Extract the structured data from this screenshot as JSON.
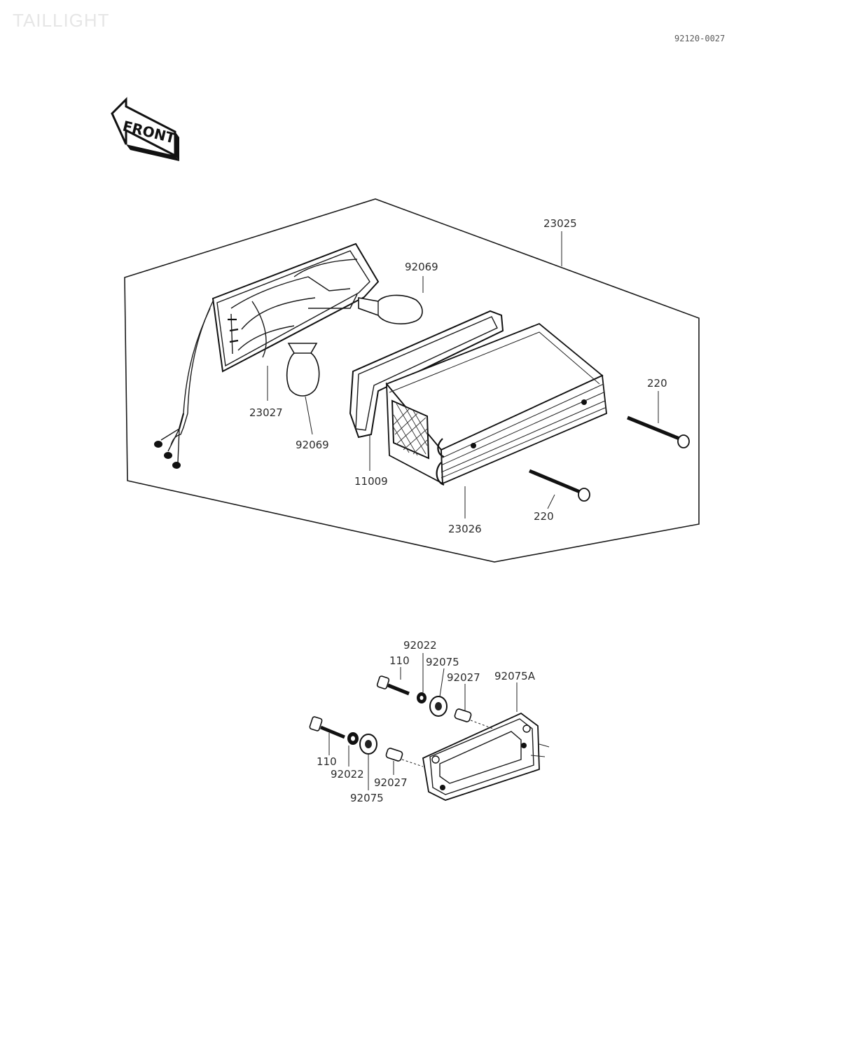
{
  "header": {
    "title": "TAILLIGHT",
    "ref_code": "92120-0027"
  },
  "front_arrow": {
    "label": "FRONT"
  },
  "labels": {
    "assembly": "23025",
    "bulb_upper": "92069",
    "bulb_lower": "92069",
    "housing": "23027",
    "gasket": "11009",
    "lens": "23026",
    "screw_upper": "220",
    "screw_lower": "220"
  },
  "license_light": {
    "washer_top": "92022",
    "bolt_top": "110",
    "grommet_top": "92075",
    "collar_top": "92027",
    "bracket": "92075A",
    "bolt_bottom": "110",
    "washer_bottom": "92022",
    "collar_bottom": "92027",
    "grommet_bottom": "92075"
  }
}
